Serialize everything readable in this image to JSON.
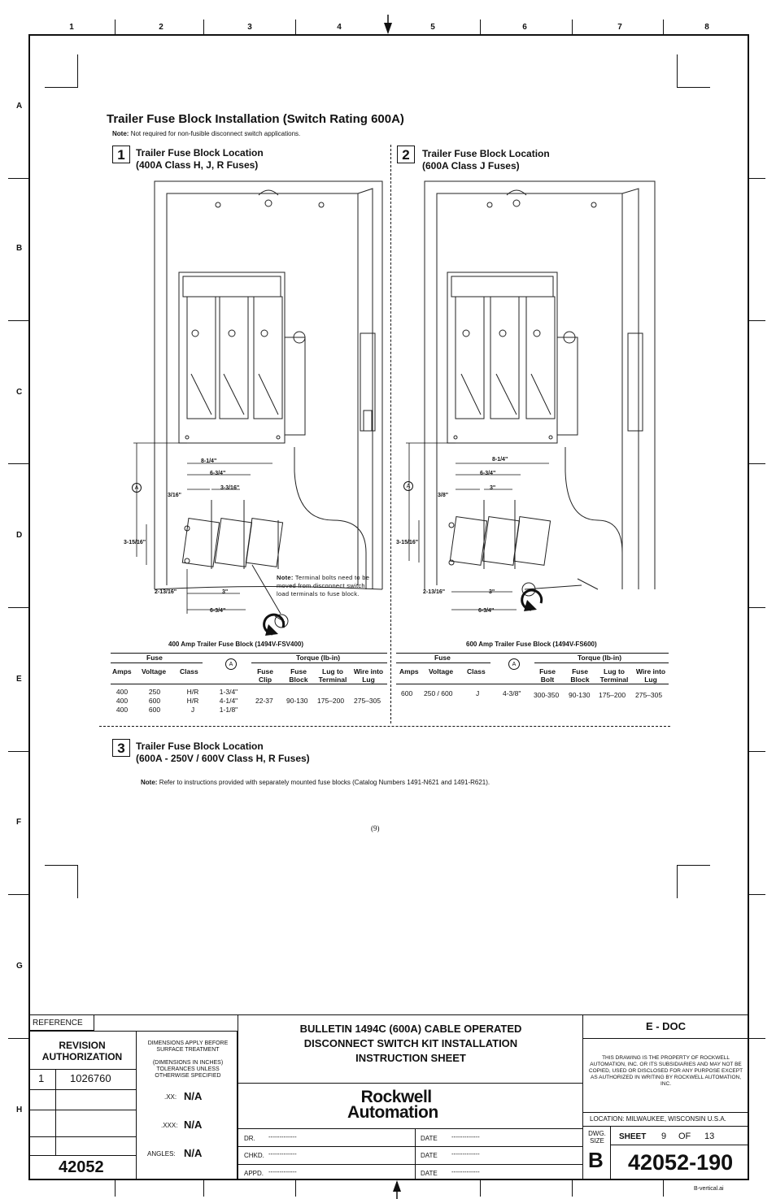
{
  "columns": [
    "1",
    "2",
    "3",
    "4",
    "5",
    "6",
    "7",
    "8"
  ],
  "rows": [
    "A",
    "B",
    "C",
    "D",
    "E",
    "F",
    "G",
    "H"
  ],
  "title": "Trailer Fuse Block Installation (Switch Rating 600A)",
  "top_note": {
    "label": "Note:",
    "text": "Not required for non-fusible disconnect switch applications."
  },
  "step1": {
    "num": "1",
    "line1": "Trailer Fuse Block Location",
    "line2": "(400A Class H, J, R Fuses)"
  },
  "step2": {
    "num": "2",
    "line1": "Trailer Fuse Block Location",
    "line2": "(600A Class J Fuses)"
  },
  "step3": {
    "num": "3",
    "line1": "Trailer Fuse Block Location",
    "line2": "(600A - 250V / 600V Class H, R Fuses)"
  },
  "step3_note": {
    "label": "Note:",
    "text": "Refer to instructions provided with separately mounted fuse blocks (Catalog Numbers 1491-N621 and 1491-R621)."
  },
  "dims1": {
    "a": "8-1/4\"",
    "b": "6-3/4\"",
    "c": "3-3/16\"",
    "d": "3/16\"",
    "e": "3-15/16\"",
    "f": "2-13/16\"",
    "g": "3\"",
    "h": "6-3/4\"",
    "circle": "A"
  },
  "dims2": {
    "a": "8-1/4\"",
    "b": "6-3/4\"",
    "c": "3\"",
    "d": "3/8\"",
    "e": "3-15/16\"",
    "f": "2-13/16\"",
    "g": "3\"",
    "h": "6-3/4\"",
    "circle": "A"
  },
  "terminal_note": {
    "label": "Note:",
    "text1": "Terminal bolts need to be",
    "text2": "moved from disconnect switch",
    "text3": "load terminals to fuse block."
  },
  "table1": {
    "caption": "400 Amp Trailer Fuse Block (1494V-FSV400)",
    "group_fuse": "Fuse",
    "group_torque": "Torque (lb-in)",
    "circle": "A",
    "headers": [
      "Amps",
      "Voltage",
      "Class",
      "Fuse Clip",
      "Fuse Block",
      "Lug to Terminal",
      "Wire into Lug"
    ],
    "rows": [
      [
        "400",
        "250",
        "H/R",
        "1-3/4\""
      ],
      [
        "400",
        "600",
        "H/R",
        "4-1/4\""
      ],
      [
        "400",
        "600",
        "J",
        "1-1/8\""
      ]
    ],
    "torque": [
      "22-37",
      "90-130",
      "175–200",
      "275–305"
    ]
  },
  "table2": {
    "caption": "600 Amp Trailer Fuse Block (1494V-FS600)",
    "group_fuse": "Fuse",
    "group_torque": "Torque (lb-in)",
    "circle": "A",
    "headers": [
      "Amps",
      "Voltage",
      "Class",
      "Fuse Bolt",
      "Fuse Block",
      "Lug to Terminal",
      "Wire into Lug"
    ],
    "row": [
      "600",
      "250 / 600",
      "J",
      "4-3/8\"",
      "300-350",
      "90-130",
      "175–200",
      "275–305"
    ]
  },
  "page_number": "(9)",
  "title_block": {
    "reference": "REFERENCE",
    "revision_auth": "REVISION AUTHORIZATION",
    "rev_num": "1",
    "rev_code": "1026760",
    "doc_base": "42052",
    "dim_note1": "DIMENSIONS APPLY BEFORE SURFACE TREATMENT",
    "dim_note2": "(DIMENSIONS IN INCHES) TOLERANCES UNLESS OTHERWISE SPECIFIED",
    "xx_label": ".XX:",
    "xx_val": "N/A",
    "xxx_label": ".XXX:",
    "xxx_val": "N/A",
    "angles_label": "ANGLES:",
    "angles_val": "N/A",
    "main_title": "BULLETIN 1494C (600A) CABLE OPERATED DISCONNECT SWITCH KIT INSTALLATION INSTRUCTION SHEET",
    "logo1": "Rockwell",
    "logo2": "Automation",
    "dr": "DR.",
    "chkd": "CHKD.",
    "appd": "APPD.",
    "date": "DATE",
    "blank": "-------------",
    "edoc": "E - DOC",
    "property": "THIS DRAWING IS THE PROPERTY OF ROCKWELL AUTOMATION, INC. OR ITS SUBSIDIARIES AND MAY NOT BE COPIED, USED OR DISCLOSED FOR ANY PURPOSE EXCEPT AS AUTHORIZED IN WRITING BY ROCKWELL AUTOMATION, INC.",
    "location": "LOCATION:  MILWAUKEE,  WISCONSIN  U.S.A.",
    "dwg_size_label": "DWG. SIZE",
    "size": "B",
    "sheet_label": "SHEET",
    "sheet": "9",
    "of_label": "OF",
    "total": "13",
    "dwg_number": "42052-190"
  },
  "file_label": "B-vertical.ai"
}
